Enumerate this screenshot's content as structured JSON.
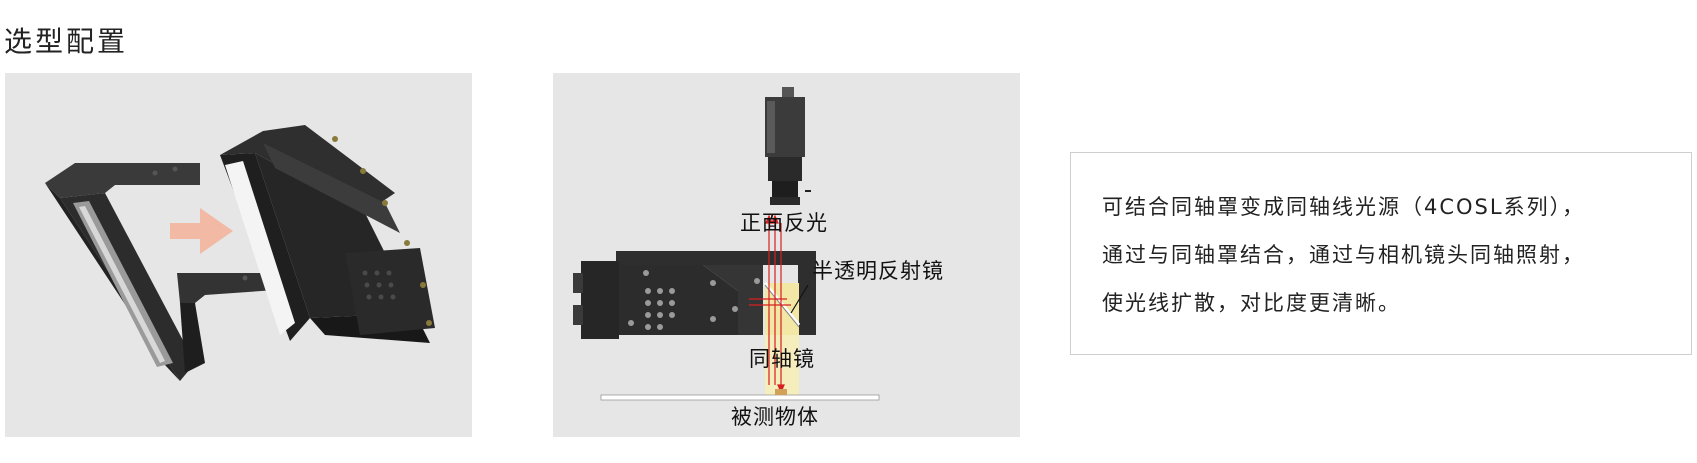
{
  "section_title": "选型配置",
  "diagram_labels": {
    "front_light": "正面反光",
    "half_mirror": "半透明反射镜",
    "coaxial_mirror": "同轴镜",
    "object": "被测物体"
  },
  "description": {
    "lines": [
      "可结合同轴罩变成同轴线光源（4COSL系列），",
      "通过与同轴罩结合，通过与相机镜头同轴照射，",
      "使光线扩散，对比度更清晰。"
    ]
  },
  "colors": {
    "panel_bg": "#e6e6e6",
    "arrow": "#f2b9a4",
    "ray": "#d62020",
    "beam": "#f3e7a6"
  }
}
